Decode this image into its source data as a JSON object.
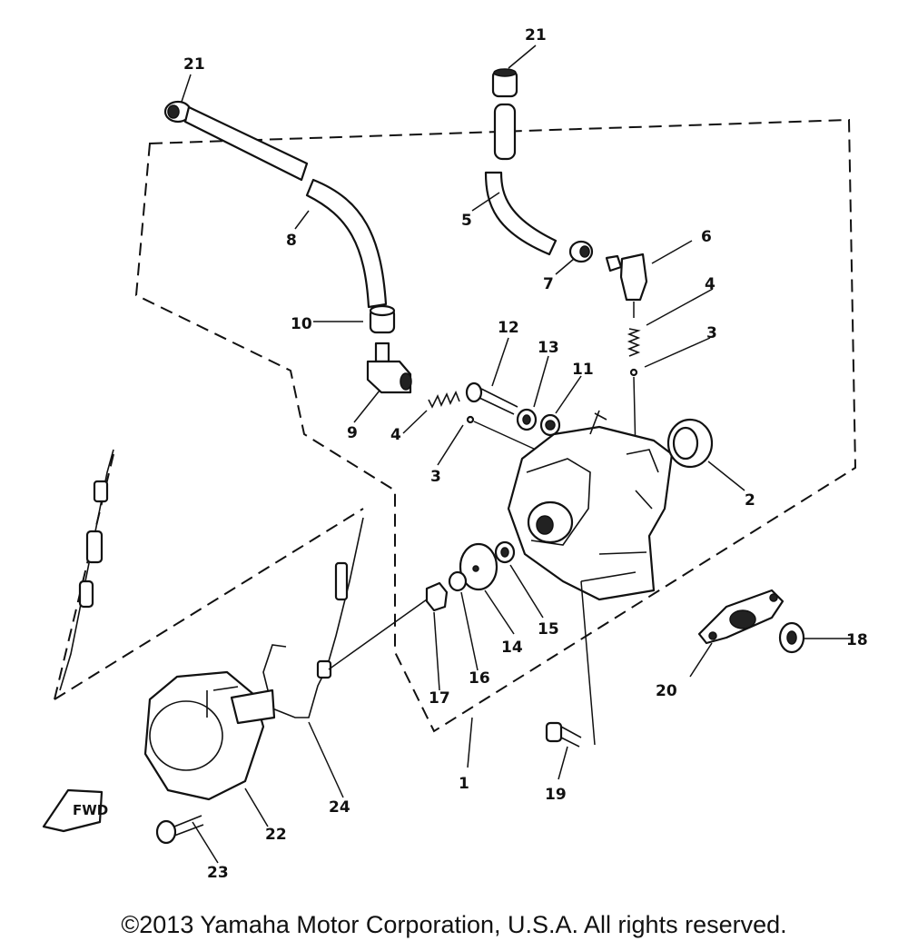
{
  "callouts": {
    "c1": "1",
    "c2": "2",
    "c3a": "3",
    "c3b": "3",
    "c4a": "4",
    "c4b": "4",
    "c5": "5",
    "c6": "6",
    "c7": "7",
    "c8": "8",
    "c9": "9",
    "c10": "10",
    "c11": "11",
    "c12": "12",
    "c13": "13",
    "c14": "14",
    "c15": "15",
    "c16": "16",
    "c17": "17",
    "c18": "18",
    "c19": "19",
    "c20": "20",
    "c21a": "21",
    "c21b": "21",
    "c22": "22",
    "c23": "23",
    "c24": "24"
  },
  "fwd_label": "FWD",
  "copyright": "©2013 Yamaha Motor Corporation, U.S.A. All rights reserved."
}
